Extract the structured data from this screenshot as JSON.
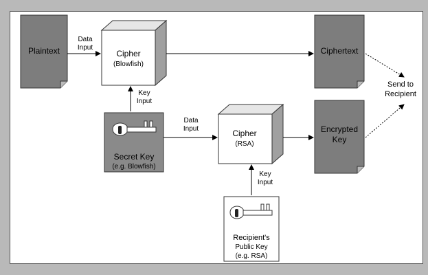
{
  "diagram": {
    "plaintext": "Plaintext",
    "cipher_blowfish": {
      "title": "Cipher",
      "subtitle": "(Blowfish)"
    },
    "ciphertext": "Ciphertext",
    "send_to_recipient": [
      "Send to",
      "Recipient"
    ],
    "data_input_1": [
      "Data",
      "Input"
    ],
    "key_input_1": [
      "Key",
      "Input"
    ],
    "secret_key": {
      "title": "Secret Key",
      "subtitle": "(e.g. Blowfish)"
    },
    "data_input_2": [
      "Data",
      "Input"
    ],
    "cipher_rsa": {
      "title": "Cipher",
      "subtitle": "(RSA)"
    },
    "encrypted_key": [
      "Encrypted",
      "Key"
    ],
    "key_input_2": [
      "Key",
      "Input"
    ],
    "recipient_key": {
      "title": "Recipient's",
      "line2": "Public Key",
      "subtitle": "(e.g. RSA)"
    }
  },
  "colors": {
    "doc_fill": "#7d7d7d",
    "cube_front": "#ffffff",
    "cube_top": "#e6e6e6",
    "cube_side": "#a0a0a0",
    "secret_box": "#8a8a8a"
  }
}
